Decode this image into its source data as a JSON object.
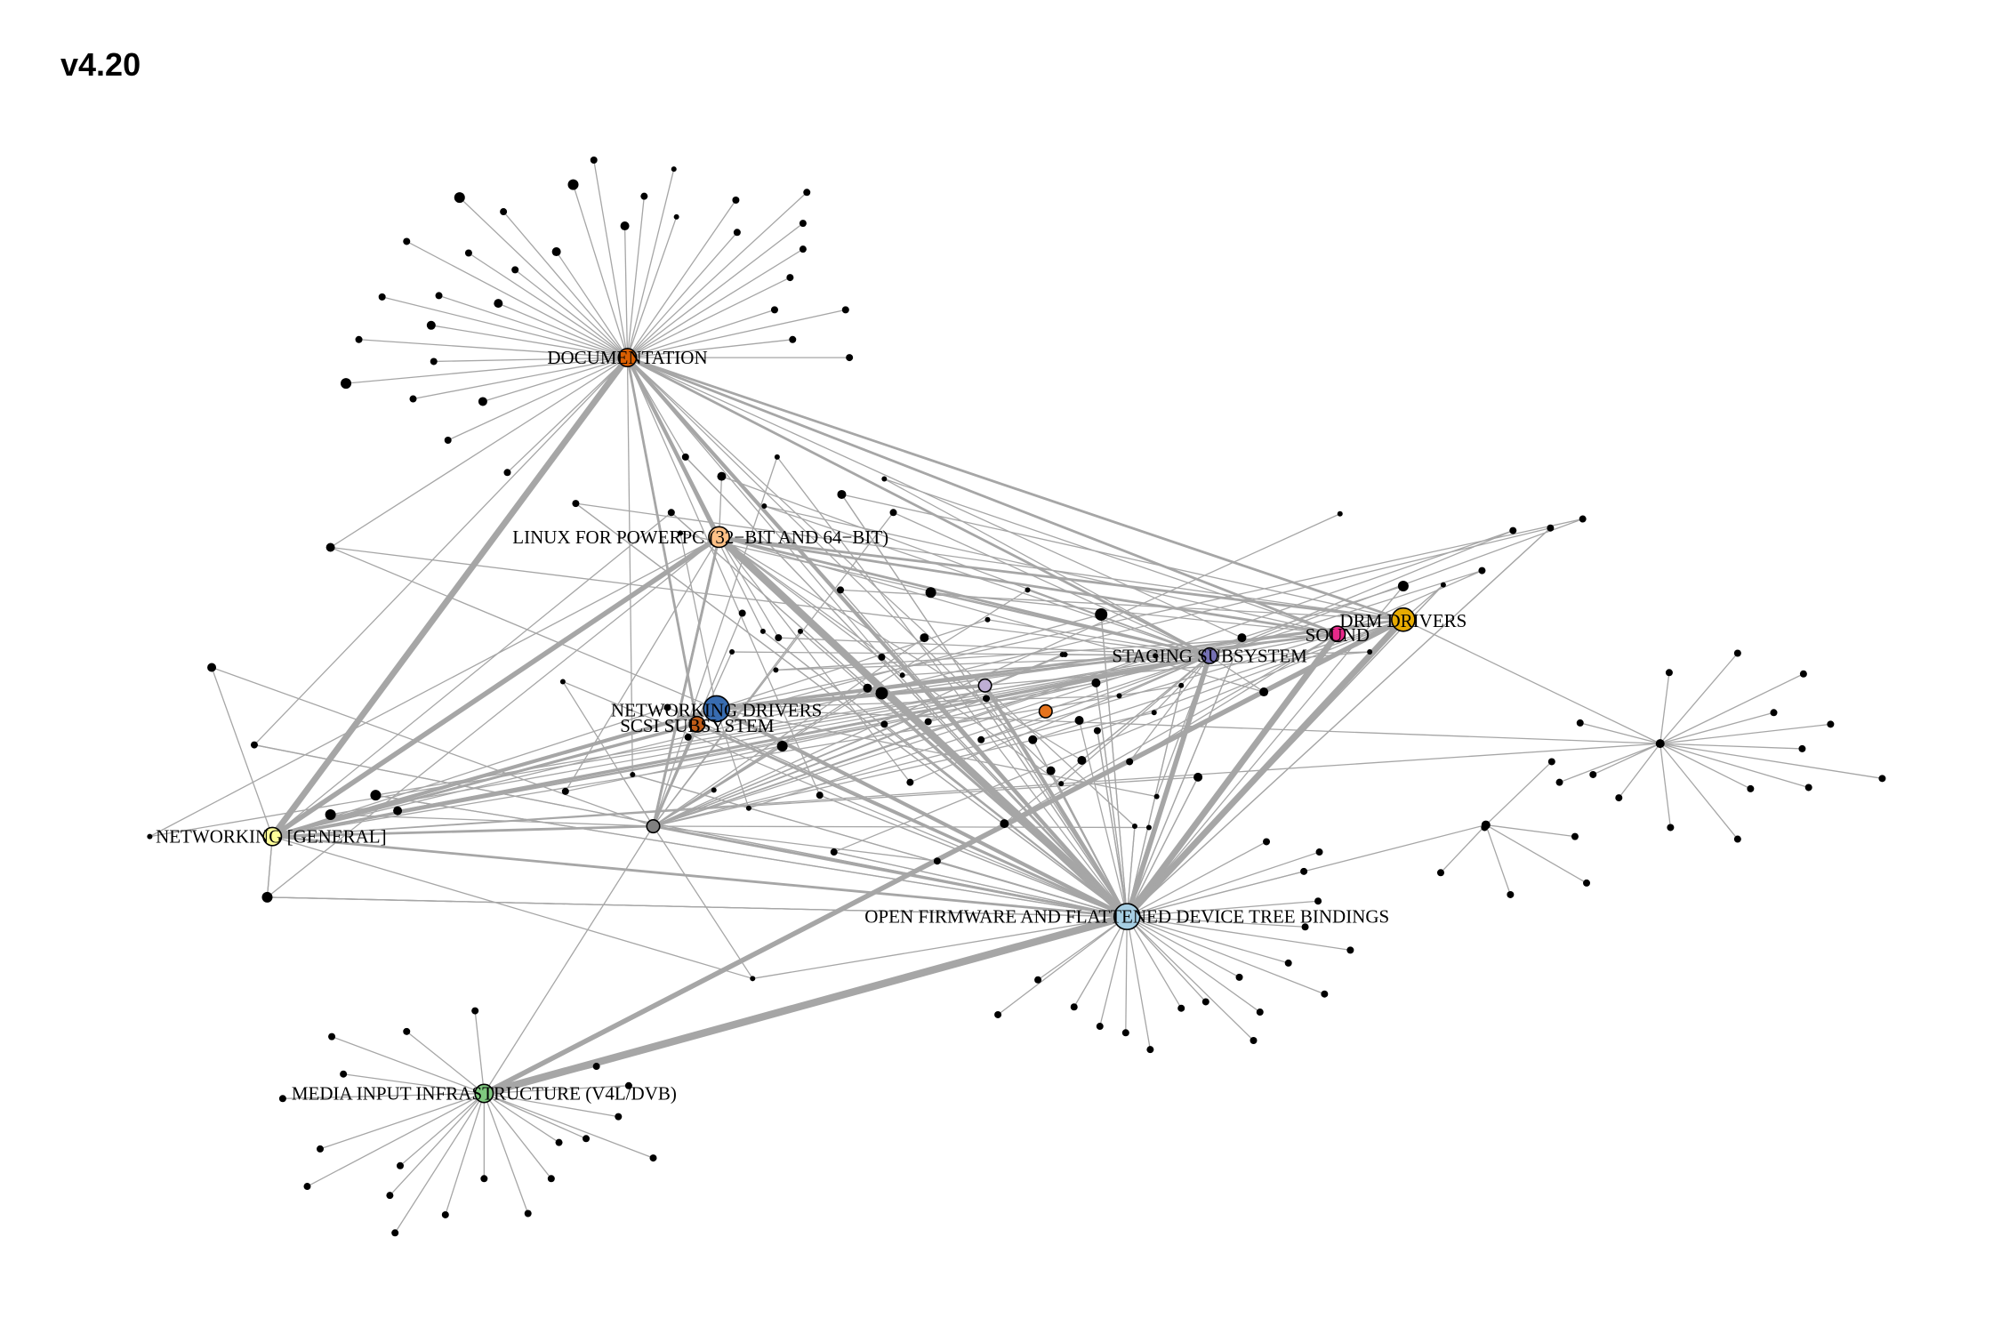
{
  "title": "v4.20",
  "colors": {
    "edge": "#a6a6a6",
    "minor_node": "#000000",
    "node_stroke": "#000000"
  },
  "hubs": [
    {
      "id": "doc",
      "label": "DOCUMENTATION",
      "color": "#d95f02"
    },
    {
      "id": "ppc",
      "label": "LINUX FOR POWERPC (32−BIT AND 64−BIT)",
      "color": "#fdc086"
    },
    {
      "id": "netdrv",
      "label": "NETWORKING DRIVERS",
      "color": "#386cb0"
    },
    {
      "id": "scsi",
      "label": "SCSI SUBSYSTEM",
      "color": "#bf5b17"
    },
    {
      "id": "netgen",
      "label": "NETWORKING [GENERAL]",
      "color": "#ffff99"
    },
    {
      "id": "of",
      "label": "OPEN FIRMWARE AND FLATTENED DEVICE TREE BINDINGS",
      "color": "#a6cee3"
    },
    {
      "id": "media",
      "label": "MEDIA INPUT INFRASTRUCTURE (V4L/DVB)",
      "color": "#7fc97f"
    },
    {
      "id": "drm",
      "label": "DRM DRIVERS",
      "color": "#e6ab02"
    },
    {
      "id": "sound",
      "label": "SOUND",
      "color": "#e7298a"
    },
    {
      "id": "staging",
      "label": "STAGING SUBSYSTEM",
      "color": "#7570b3"
    },
    {
      "id": "u1",
      "label": "",
      "color": "#beaed4"
    },
    {
      "id": "u2",
      "label": "",
      "color": "#e6731c"
    },
    {
      "id": "u3",
      "label": "",
      "color": "#808080"
    }
  ]
}
